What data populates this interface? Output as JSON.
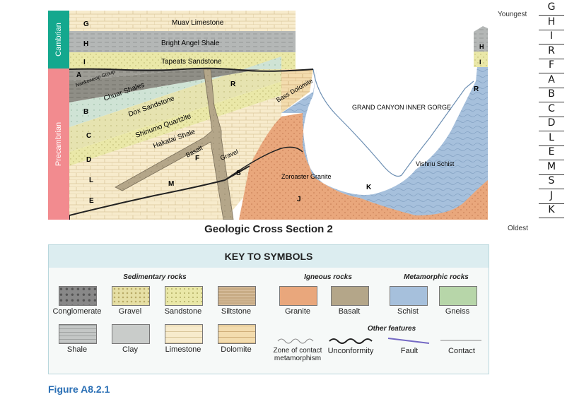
{
  "periods": {
    "upper": "Cambrian",
    "lower": "Precambrian"
  },
  "strata": {
    "G": "G",
    "H": "H",
    "I": "I",
    "A": "A",
    "B": "B",
    "C": "C",
    "D": "D",
    "L": "L",
    "E": "E",
    "M": "M",
    "F": "F",
    "R": "R",
    "S": "S",
    "J": "J",
    "K": "K"
  },
  "formations": {
    "muav": "Muav Limestone",
    "bright_angel": "Bright Angel Shale",
    "tapeats": "Tapeats Sandstone",
    "nankoweap": "Nankoweap Group",
    "chuar": "Chuar Shales",
    "dox": "Dox Sandstone",
    "shinumo": "Shinumo Quartzite",
    "hakatai": "Hakatai Shale",
    "bass": "Bass Dolomite",
    "basalt": "Basalt",
    "gravel": "Gravel",
    "zoroaster": "Zoroaster Granite",
    "vishnu": "Vishnu Schist",
    "gorge": "GRAND CANYON INNER GORGE"
  },
  "cross_section_title": "Geologic Cross Section 2",
  "key": {
    "title": "KEY TO SYMBOLS",
    "categories": {
      "sedimentary": "Sedimentary rocks",
      "igneous": "Igneous rocks",
      "metamorphic": "Metamorphic rocks",
      "other": "Other features"
    },
    "rocks": {
      "conglomerate": "Conglomerate",
      "gravel": "Gravel",
      "sandstone": "Sandstone",
      "siltstone": "Siltstone",
      "granite": "Granite",
      "basalt": "Basalt",
      "schist": "Schist",
      "gneiss": "Gneiss",
      "shale": "Shale",
      "clay": "Clay",
      "limestone": "Limestone",
      "dolomite": "Dolomite",
      "contact_meta": "Zone of contact metamorphism",
      "unconformity": "Unconformity",
      "fault": "Fault",
      "contact": "Contact"
    }
  },
  "sequence": {
    "youngest": "Youngest",
    "oldest": "Oldest",
    "answers": [
      "G",
      "H",
      "I",
      "R",
      "F",
      "A",
      "B",
      "C",
      "D",
      "L",
      "E",
      "M",
      "S",
      "J",
      "K"
    ]
  },
  "figure_caption": "Figure A8.2.1",
  "colors": {
    "cambrian": "#14a88e",
    "precambrian": "#f28b8f",
    "schist": "#a6c0dc",
    "granite": "#e9a77c",
    "basalt": "#b4a689",
    "limestone": "#f7ebcc",
    "sandstone": "#eae8a8",
    "shale": "#b4b7b6",
    "key_head": "#dcedf0",
    "caption": "#2a6fb5"
  }
}
